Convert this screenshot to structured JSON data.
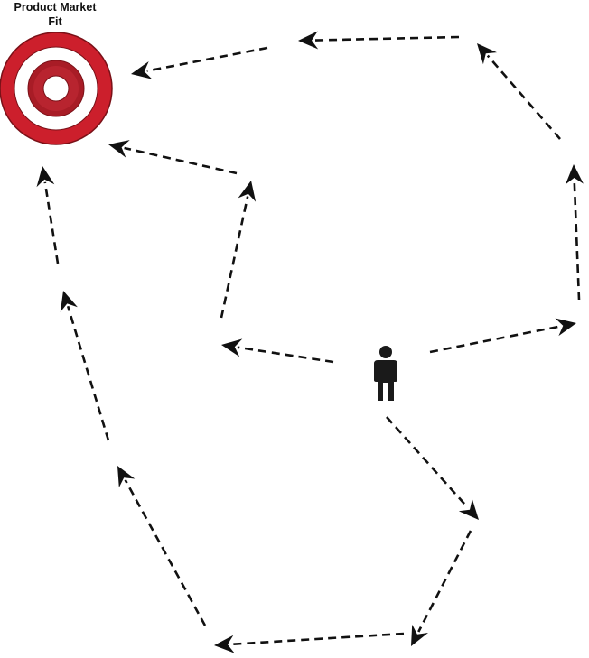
{
  "target": {
    "label_line1": "Product Market",
    "label_line2": "Fit",
    "icon": "target-icon",
    "colors": {
      "outer_ring": "#cc1f2c",
      "middle_ring": "#ffffff",
      "inner_ring": "#a81c26",
      "bullseye": "#ffffff",
      "outline": "#7a1118"
    }
  },
  "person": {
    "icon": "person-icon",
    "color": "#1a1a1a"
  },
  "arrows": {
    "style": "dashed",
    "color": "#111111",
    "head_icon": "arrowhead-icon"
  }
}
